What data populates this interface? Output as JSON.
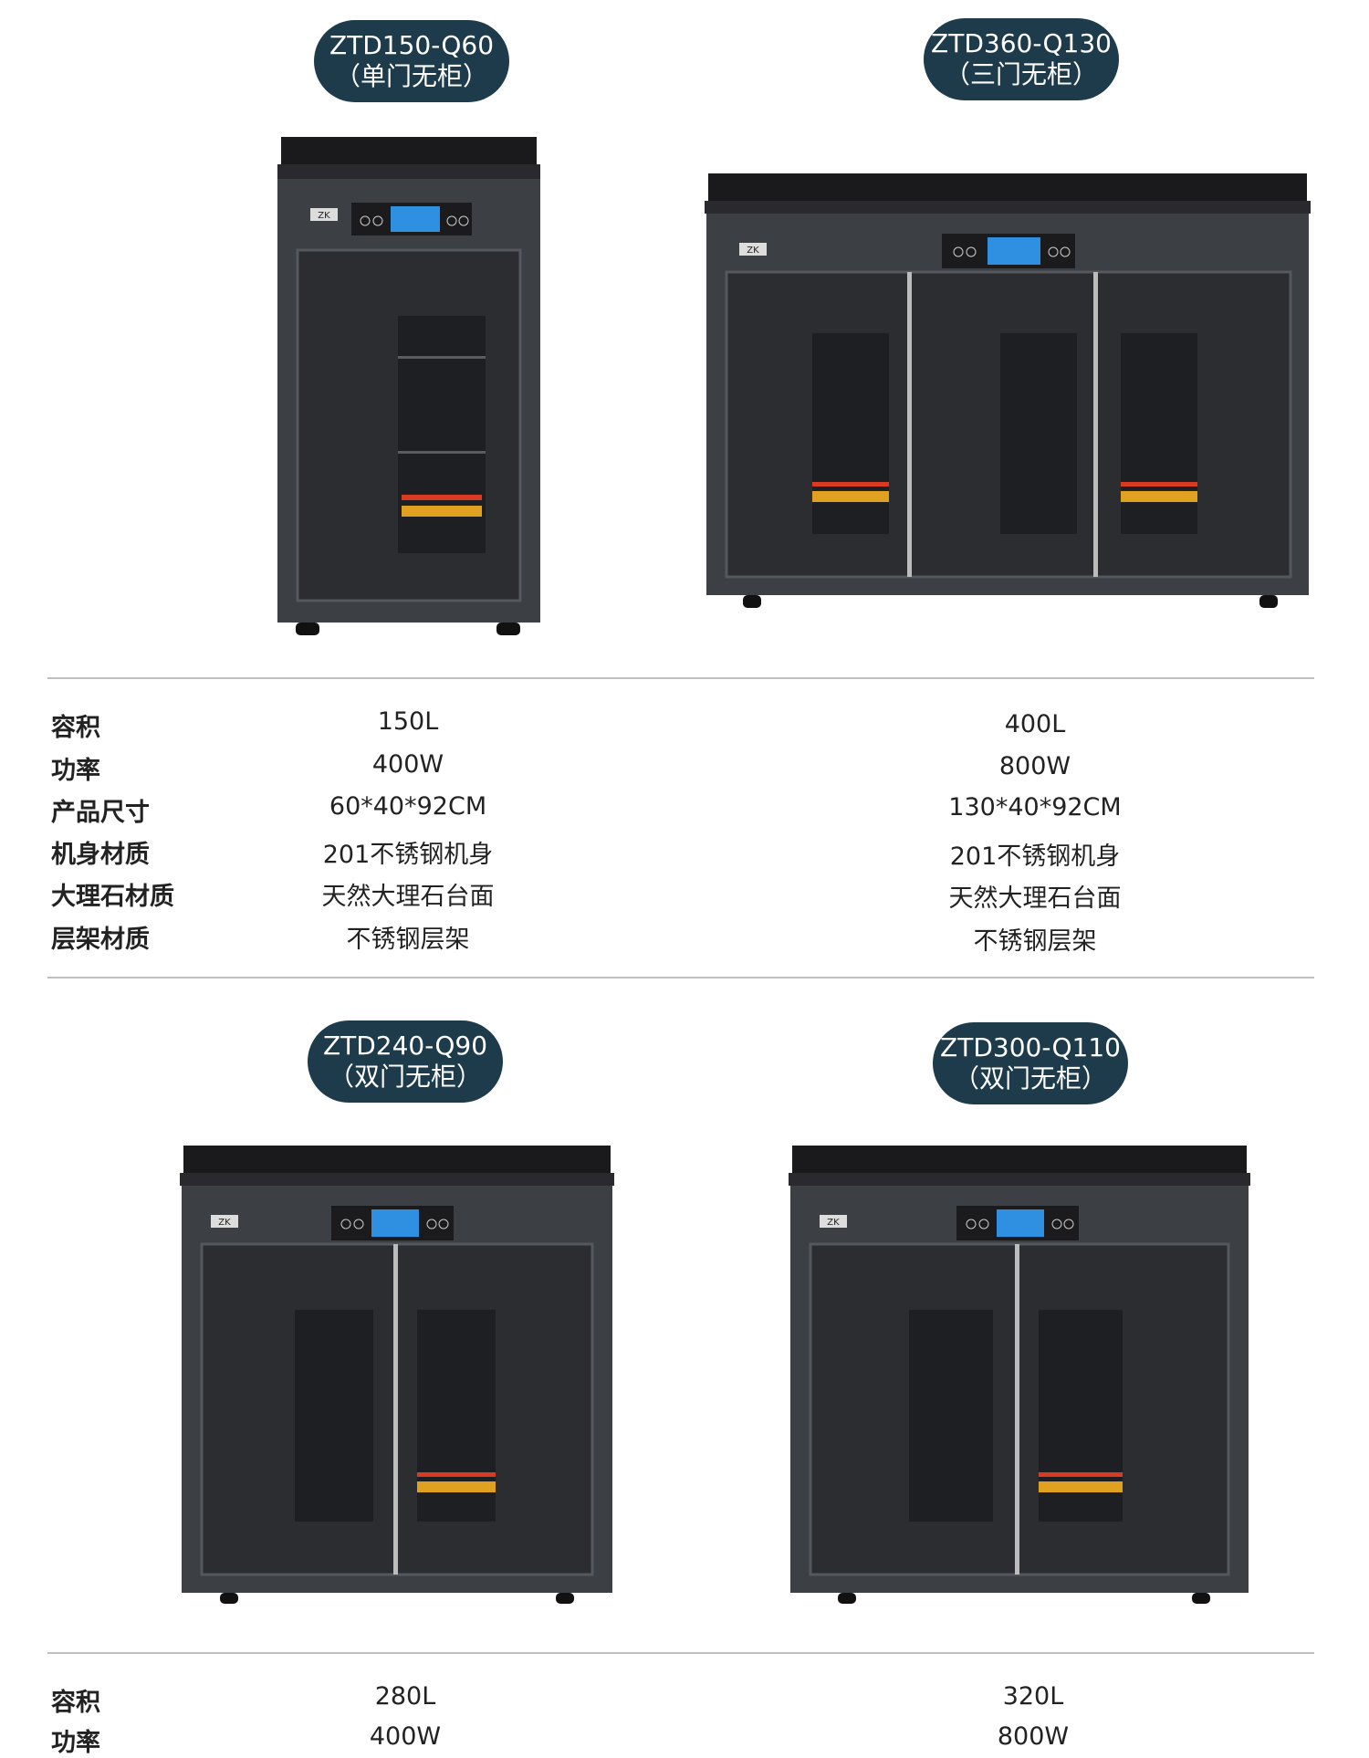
{
  "products": [
    {
      "model": "ZTD150-Q60",
      "variant": "（单门无柜）"
    },
    {
      "model": "ZTD360-Q130",
      "variant": "（三门无柜）"
    },
    {
      "model": "ZTD240-Q90",
      "variant": "（双门无柜）"
    },
    {
      "model": "ZTD300-Q110",
      "variant": "（双门无柜）"
    }
  ],
  "spec_labels": [
    "容积",
    "功率",
    "产品尺寸",
    "机身材质",
    "大理石材质",
    "层架材质"
  ],
  "specs_top": {
    "left": [
      "150L",
      "400W",
      "60*40*92CM",
      "201不锈钢机身",
      "天然大理石台面",
      "不锈钢层架"
    ],
    "right": [
      "400L",
      "800W",
      "130*40*92CM",
      "201不锈钢机身",
      "天然大理石台面",
      "不锈钢层架"
    ]
  },
  "specs_bottom": {
    "left": [
      "280L",
      "400W"
    ],
    "right": [
      "320L",
      "800W"
    ]
  },
  "brand_mark": "ZK",
  "colors": {
    "badge": "#1d3b4a",
    "cabinet": "#3c3f44",
    "door": "#2b2d30",
    "lcd": "#2f8fe0",
    "heater": "#d93a22"
  }
}
